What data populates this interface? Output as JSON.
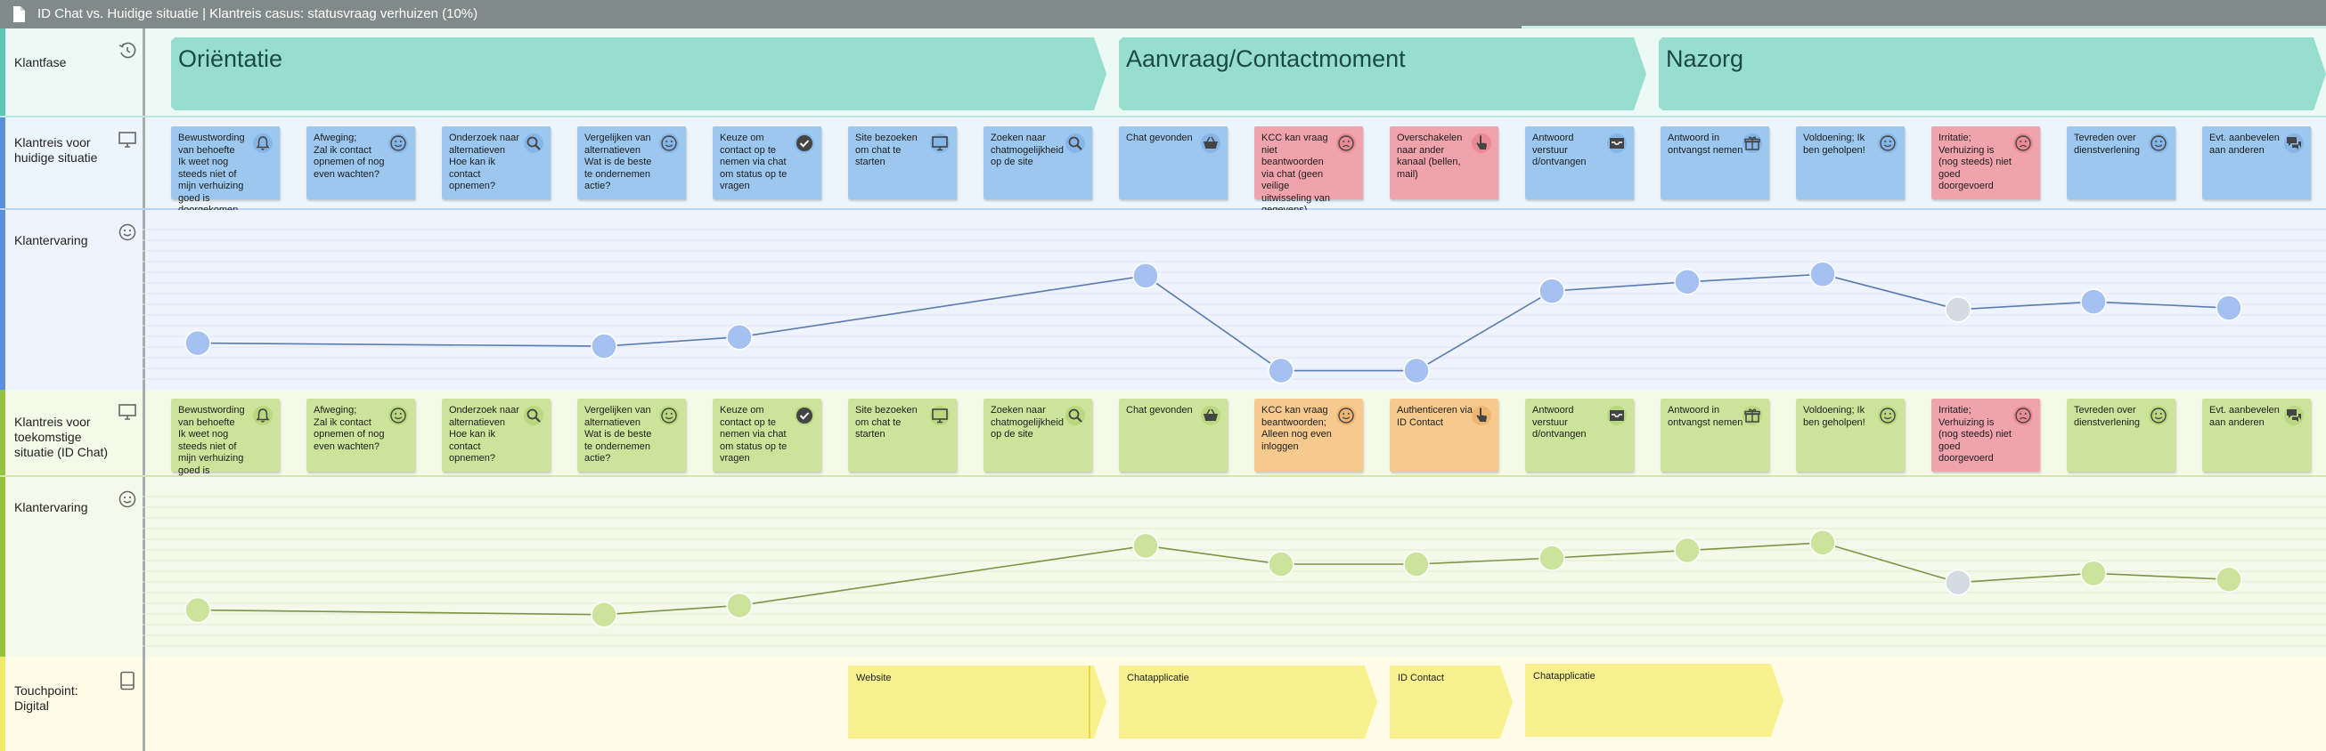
{
  "window": {
    "title": "ID Chat vs. Huidige situatie | Klantreis casus: statusvraag verhuizen (10%)"
  },
  "colors": {
    "phase": "#97ddd0",
    "card_blue": "#9cc7ef",
    "card_red": "#f0a2ad",
    "card_green": "#cce49a",
    "card_orange": "#f6c98e",
    "card_yellow": "#f8f18e",
    "node_blue": "#a4c1f1",
    "node_green": "#cbe39a",
    "node_grey": "#d4dbe3",
    "line_blue": "#5a7ab0",
    "line_green": "#7c9444"
  },
  "lanes": [
    {
      "id": "klantfase",
      "label": "Klantfase",
      "icon": "history-icon"
    },
    {
      "id": "huidig",
      "label": "Klantreis voor huidige situatie",
      "icon": "monitor-icon"
    },
    {
      "id": "ervaring1",
      "label": "Klantervaring",
      "icon": "smiley-icon"
    },
    {
      "id": "toekomst",
      "label": "Klantreis voor toekomstige situatie (ID Chat)",
      "icon": "monitor-icon"
    },
    {
      "id": "ervaring2",
      "label": "Klantervaring",
      "icon": "smiley-icon"
    },
    {
      "id": "touchpoint",
      "label": "Touchpoint: Digital",
      "icon": "tablet-icon"
    }
  ],
  "phases": [
    {
      "label": "Oriëntatie"
    },
    {
      "label": "Aanvraag/Contactmoment"
    },
    {
      "label": "Nazorg"
    }
  ],
  "current_cards": [
    {
      "text": "Bewustwording van behoefte\nIk weet nog steeds niet of mijn verhuizing goed is doorgekomen",
      "color": "blue",
      "icon": "bell-icon"
    },
    {
      "text": "Afweging;\nZal ik contact opnemen of nog even wachten?",
      "color": "blue",
      "icon": "smiley-icon"
    },
    {
      "text": "Onderzoek naar alternatieven\nHoe kan ik contact opnemen?",
      "color": "blue",
      "icon": "search-icon"
    },
    {
      "text": "Vergelijken van alternatieven\nWat is de beste te ondernemen actie?",
      "color": "blue",
      "icon": "smiley-icon"
    },
    {
      "text": "Keuze om contact op te nemen via chat om status op te vragen",
      "color": "blue",
      "icon": "check-circle-icon"
    },
    {
      "text": "Site bezoeken om chat te starten",
      "color": "blue",
      "icon": "monitor-icon"
    },
    {
      "text": "Zoeken naar chatmogelijkheid op de site",
      "color": "blue",
      "icon": "search-icon"
    },
    {
      "text": "Chat gevonden",
      "color": "blue",
      "icon": "basket-icon"
    },
    {
      "text": "KCC kan vraag niet beantwoorden via chat (geen veilige uitwisseling van gegevens)",
      "color": "red",
      "icon": "sad-face-icon"
    },
    {
      "text": "Overschakelen naar ander kanaal (bellen, mail)",
      "color": "red",
      "icon": "hand-pointer-icon"
    },
    {
      "text": "Antwoord verstuur d/ontvangen",
      "color": "blue",
      "icon": "inbox-icon"
    },
    {
      "text": "Antwoord in ontvangst nemen",
      "color": "blue",
      "icon": "gift-icon"
    },
    {
      "text": "Voldoening; Ik ben geholpen!",
      "color": "blue",
      "icon": "smiley-icon"
    },
    {
      "text": "Irritatie; Verhuizing is (nog steeds) niet goed doorgevoerd",
      "color": "red",
      "icon": "sad-face-icon"
    },
    {
      "text": "Tevreden over dienstverlening",
      "color": "blue",
      "icon": "smiley-icon"
    },
    {
      "text": "Evt. aanbevelen aan anderen",
      "color": "blue",
      "icon": "chat-bubbles-icon"
    }
  ],
  "future_cards": [
    {
      "text": "Bewustwording van behoefte\nIk weet nog steeds niet of mijn verhuizing goed is doorgekomen",
      "color": "green",
      "icon": "bell-icon"
    },
    {
      "text": "Afweging;\nZal ik contact opnemen of nog even wachten?",
      "color": "green",
      "icon": "smiley-icon"
    },
    {
      "text": "Onderzoek naar alternatieven\nHoe kan ik contact opnemen?",
      "color": "green",
      "icon": "search-icon"
    },
    {
      "text": "Vergelijken van alternatieven\nWat is de beste te ondernemen actie?",
      "color": "green",
      "icon": "smiley-icon"
    },
    {
      "text": "Keuze om contact op te nemen via chat om status op te vragen",
      "color": "green",
      "icon": "check-circle-icon"
    },
    {
      "text": "Site bezoeken om chat te starten",
      "color": "green",
      "icon": "monitor-icon"
    },
    {
      "text": "Zoeken naar chatmogelijkheid op de site",
      "color": "green",
      "icon": "search-icon"
    },
    {
      "text": "Chat gevonden",
      "color": "green",
      "icon": "basket-icon"
    },
    {
      "text": "KCC kan vraag beantwoorden;\nAlleen nog even inloggen",
      "color": "orange",
      "icon": "smiley-icon"
    },
    {
      "text": "Authenticeren via ID Contact",
      "color": "orange",
      "icon": "hand-pointer-icon"
    },
    {
      "text": "Antwoord verstuur d/ontvangen",
      "color": "green",
      "icon": "inbox-icon"
    },
    {
      "text": "Antwoord in ontvangst nemen",
      "color": "green",
      "icon": "gift-icon"
    },
    {
      "text": "Voldoening; Ik ben geholpen!",
      "color": "green",
      "icon": "smiley-icon"
    },
    {
      "text": "Irritatie; Verhuizing is (nog steeds) niet goed doorgevoerd",
      "color": "red",
      "icon": "sad-face-icon"
    },
    {
      "text": "Tevreden over dienstverlening",
      "color": "green",
      "icon": "smiley-icon"
    },
    {
      "text": "Evt. aanbevelen aan anderen",
      "color": "green",
      "icon": "chat-bubbles-icon"
    }
  ],
  "experience_current": {
    "levels": [
      0.8,
      null,
      null,
      0.82,
      0.76,
      null,
      null,
      0.36,
      0.98,
      0.98,
      0.46,
      0.4,
      0.35,
      0.58,
      0.53,
      0.57
    ],
    "grey_points": [
      13
    ],
    "color": "blue"
  },
  "experience_future": {
    "levels": [
      0.8,
      null,
      null,
      0.83,
      0.77,
      null,
      null,
      0.38,
      0.5,
      0.5,
      0.46,
      0.41,
      0.36,
      0.62,
      0.56,
      0.6
    ],
    "grey_points": [
      13
    ],
    "color": "green"
  },
  "touchpoints": [
    {
      "label": "Website"
    },
    {
      "label": "Chatapplicatie"
    },
    {
      "label": "ID Contact"
    },
    {
      "label": "Chatapplicatie"
    }
  ]
}
